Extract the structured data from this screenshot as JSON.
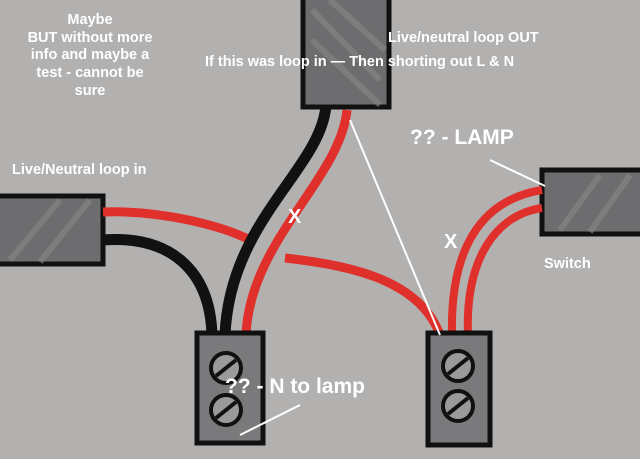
{
  "annotations": {
    "maybe": [
      "Maybe",
      "BUT without more",
      "info and maybe a",
      "test - cannot be",
      "sure"
    ],
    "loop_out": "Live/neutral loop OUT",
    "loop_in_warning": "If this was loop in — Then shorting out L & N",
    "lamp": "?? - LAMP",
    "loop_in": "Live/Neutral loop in",
    "switch": "Switch",
    "n_to_lamp": "?? - N to lamp",
    "x_mark_left": "X",
    "x_mark_right": "X"
  },
  "colors": {
    "background": "#b3b1b0",
    "live": "#e0302c",
    "neutral": "#111111",
    "sheath": "#6a6a6c",
    "terminal": "#7a7a7c"
  }
}
